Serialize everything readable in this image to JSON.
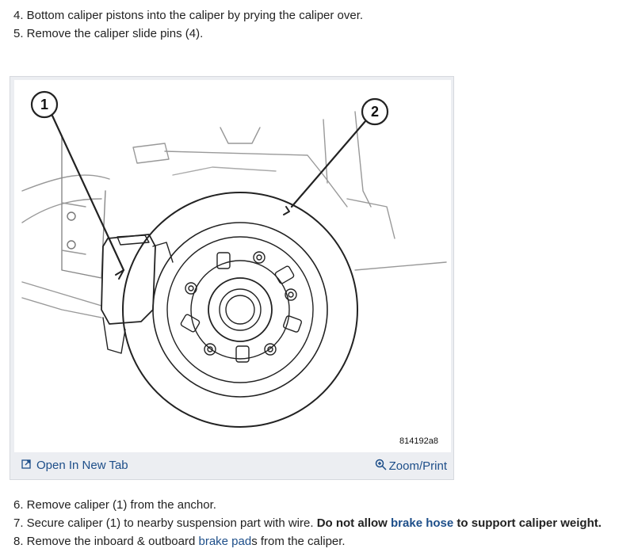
{
  "steps_top": [
    {
      "text": "4. Bottom caliper pistons into the caliper by prying the caliper over."
    },
    {
      "text": "5. Remove the caliper slide pins (4)."
    }
  ],
  "figure": {
    "callouts": [
      "1",
      "2"
    ],
    "code": "814192a8",
    "open_tab_label": "Open In New Tab",
    "zoom_label": "Zoom/Print"
  },
  "steps_bottom": {
    "s6": "6. Remove caliper (1) from the anchor.",
    "s7_plain": "7. Secure caliper (1) to nearby suspension part with wire. ",
    "s7_bold_a": "Do not allow ",
    "s7_link": "brake hose",
    "s7_bold_b": " to support caliper weight.",
    "s8_a": "8. Remove the inboard & outboard ",
    "s8_link": "brake pad",
    "s8_b": "s from the caliper."
  },
  "colors": {
    "link": "#1d4e89",
    "toolbar_bg": "#eceef2"
  }
}
